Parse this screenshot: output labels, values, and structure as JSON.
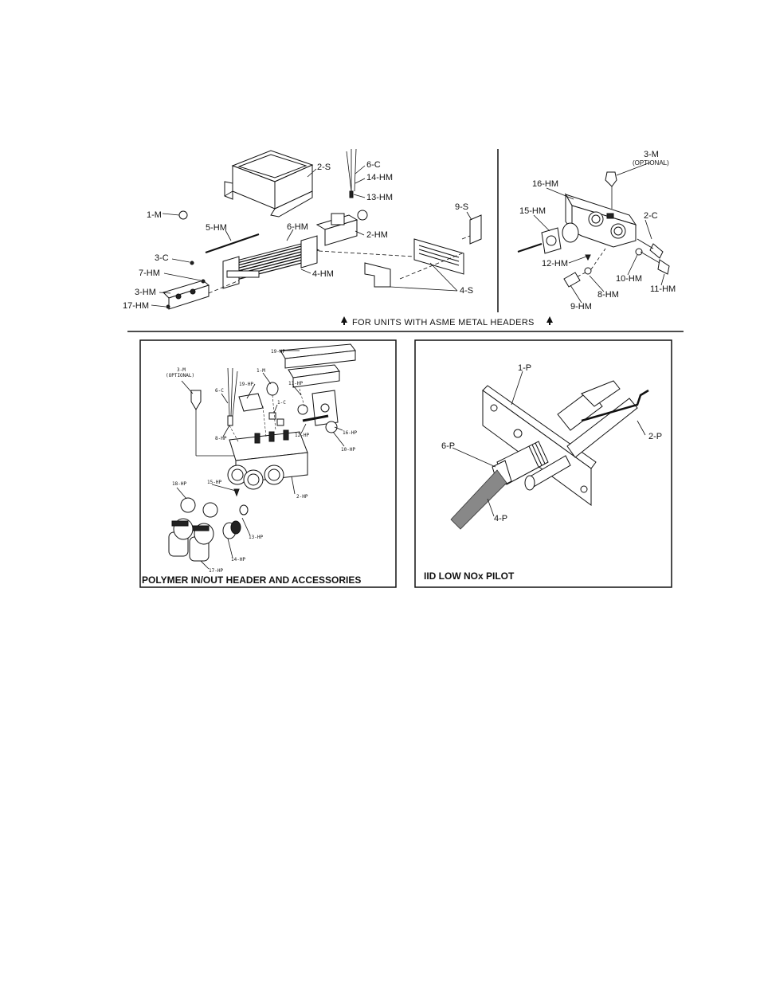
{
  "metal_header_labels": {
    "l2s": "2-S",
    "l6c": "6-C",
    "l14hm": "14-HM",
    "l13hm": "13-HM",
    "l1m": "1-M",
    "l5hm": "5-HM",
    "l6hm": "6-HM",
    "l2hm": "2-HM",
    "l9s": "9-S",
    "l3c": "3-C",
    "l7hm": "7-HM",
    "l4hm": "4-HM",
    "l3hm": "3-HM",
    "l17hm": "17-HM",
    "l4s": "4-S"
  },
  "metal_header_right": {
    "l3m": "3-M",
    "optional": "(OPTIONAL)",
    "l16hm": "16-HM",
    "l15hm": "15-HM",
    "l2c": "2-C",
    "l12hm": "12-HM",
    "l10hm": "10-HM",
    "l11hm": "11-HM",
    "l8hm": "8-HM",
    "l9hm": "9-HM"
  },
  "asme_caption": "FOR UNITS WITH ASME METAL HEADERS",
  "polymer_panel": {
    "caption": "POLYMER IN/OUT HEADER AND ACCESSORIES",
    "labels": {
      "l3m": "3-M",
      "optional": "(OPTIONAL)",
      "l6c": "6-C",
      "l19hp_a": "19-HP",
      "l1m": "1-M",
      "l19hp_b": "19-HP",
      "l11hp": "11-HP",
      "l1c": "1-C",
      "l8hp": "8-HP",
      "l12hp": "12-HP",
      "l16hp": "16-HP",
      "l10hp": "10-HP",
      "l18hp": "18-HP",
      "l15hp": "15-HP",
      "l2hp": "2-HP",
      "l13hp": "13-HP",
      "l14hp": "14-HP",
      "l17hp": "17-HP"
    }
  },
  "pilot_panel": {
    "caption": "IID LOW NOx PILOT",
    "labels": {
      "l1p": "1-P",
      "l6p": "6-P",
      "l2p": "2-P",
      "l4p": "4-P"
    }
  }
}
